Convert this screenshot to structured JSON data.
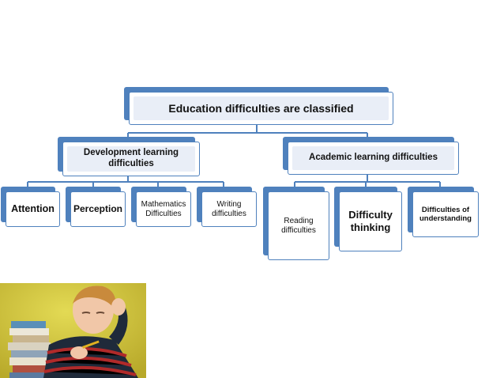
{
  "diagram": {
    "root": "Education difficulties are classified",
    "development": {
      "label": "Development learning difficulties",
      "children": [
        "Attention",
        "Perception",
        "Mathematics Difficulties",
        "Writing difficulties"
      ]
    },
    "academic": {
      "label": "Academic learning difficulties",
      "children": [
        "Reading difficulties",
        "Difficulty thinking",
        "Difficulties of understanding"
      ]
    }
  },
  "colors": {
    "node_border": "#4f81bd",
    "node_fill": "#e9eef7",
    "connector": "#4f81bd"
  },
  "illustration": {
    "icon": "boy-with-stack-of-books-photo"
  }
}
